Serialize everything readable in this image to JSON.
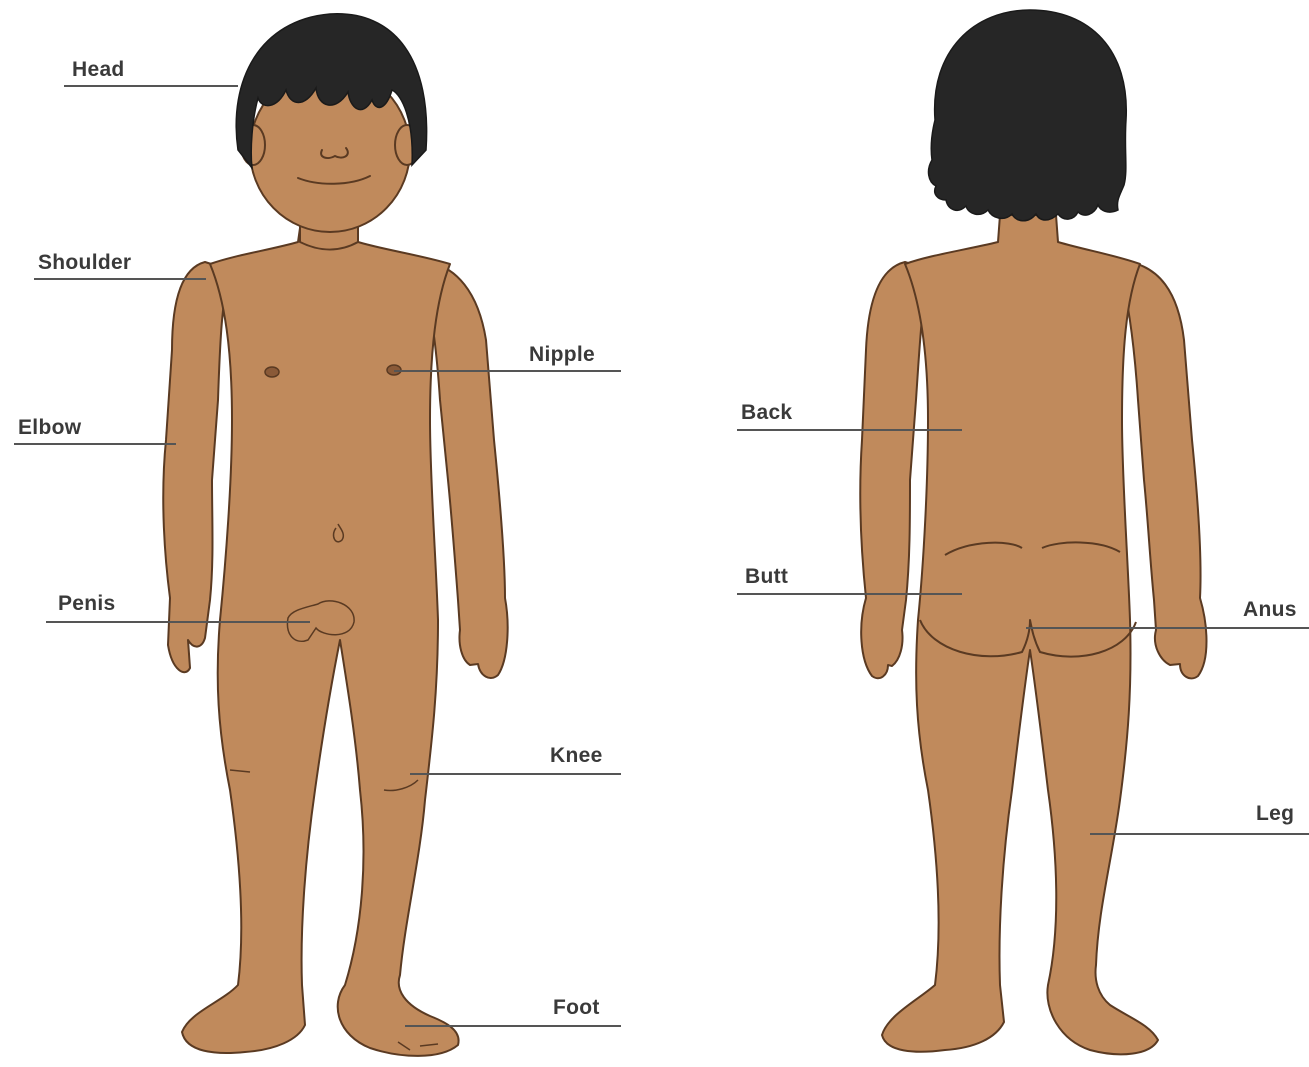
{
  "colors": {
    "skin": "#c08a5c",
    "outline": "#5a3a22",
    "hair": "#262626",
    "leader_line": "#555555",
    "label_text": "#3a3a3a"
  },
  "front_view": {
    "labels": {
      "head": "Head",
      "shoulder": "Shoulder",
      "elbow": "Elbow",
      "nipple": "Nipple",
      "penis": "Penis",
      "knee": "Knee",
      "foot": "Foot"
    }
  },
  "back_view": {
    "labels": {
      "back": "Back",
      "butt": "Butt",
      "anus": "Anus",
      "leg": "Leg"
    }
  }
}
